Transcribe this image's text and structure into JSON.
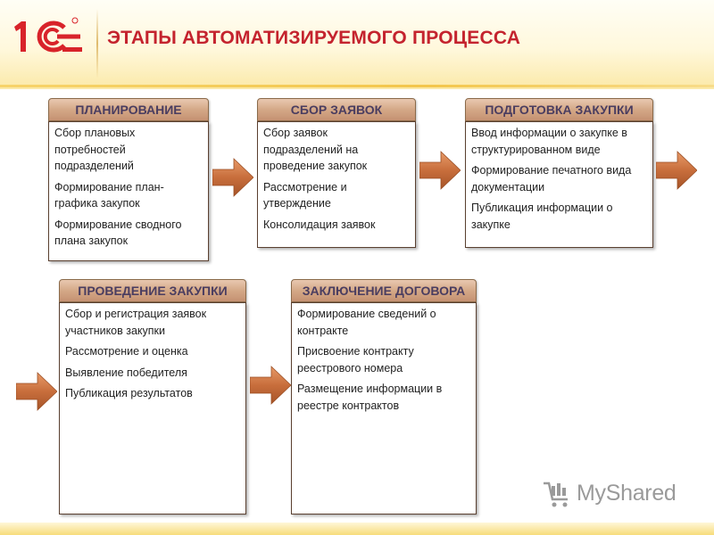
{
  "header": {
    "logo_text": "1С",
    "title": "ЭТАПЫ АВТОМАТИЗИРУЕМОГО ПРОЦЕССА"
  },
  "stages": [
    {
      "title": "ПЛАНИРОВАНИЕ",
      "items": [
        "Сбор плановых потребностей подразделений",
        "Формирование план-графика закупок",
        "Формирование сводного плана закупок"
      ]
    },
    {
      "title": "СБОР ЗАЯВОК",
      "items": [
        "Сбор заявок подразделений на проведение закупок",
        "Рассмотрение и утверждение",
        "Консолидация заявок"
      ]
    },
    {
      "title": "ПОДГОТОВКА ЗАКУПКИ",
      "items": [
        "Ввод информации о закупке в структурированном виде",
        "Формирование печатного вида документации",
        "Публикация информации о закупке"
      ]
    },
    {
      "title": "ПРОВЕДЕНИЕ ЗАКУПКИ",
      "items": [
        "Сбор и регистрация заявок участников закупки",
        "Рассмотрение и оценка",
        "Выявление победителя",
        "Публикация результатов"
      ]
    },
    {
      "title": "ЗАКЛЮЧЕНИЕ ДОГОВОРА",
      "items": [
        "Формирование сведений о контракте",
        "Присвоение контракту реестрового номера",
        "Размещение информации в реестре контрактов"
      ]
    }
  ],
  "watermark": {
    "text": "MyShared"
  },
  "colors": {
    "title": "#c4232e",
    "logo": "#d8232a",
    "stage_header_fill": "#d4a887",
    "stage_header_text": "#4a3d60",
    "arrow_fill": "#c86e3c"
  }
}
